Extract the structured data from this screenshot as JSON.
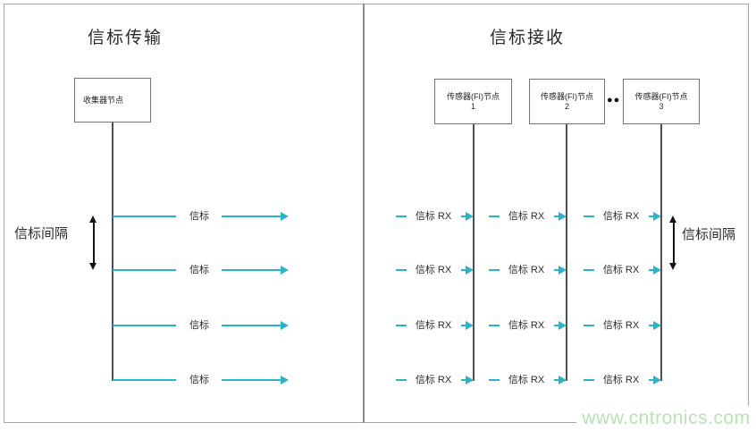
{
  "left_panel": {
    "title": "信标传输",
    "collector_node_label": "收集器节点",
    "interval_label": "信标间隔",
    "beacon_rows": [
      {
        "label": "信标"
      },
      {
        "label": "信标"
      },
      {
        "label": "信标"
      },
      {
        "label": "信标"
      }
    ]
  },
  "right_panel": {
    "title": "信标接收",
    "sensor_nodes": [
      {
        "name": "传感器(FI)节点",
        "number": "1"
      },
      {
        "name": "传感器(FI)节点",
        "number": "2"
      },
      {
        "name": "传感器(FI)节点",
        "number": "3"
      }
    ],
    "ellipsis": "●●",
    "interval_label": "信标间隔",
    "rx_rows": [
      [
        "信标 RX",
        "信标 RX",
        "信标 RX"
      ],
      [
        "信标 RX",
        "信标 RX",
        "信标 RX"
      ],
      [
        "信标 RX",
        "信标 RX",
        "信标 RX"
      ],
      [
        "信标 RX",
        "信标 RX",
        "信标 RX"
      ]
    ]
  },
  "watermark": "www.cntronics.com",
  "colors": {
    "beacon_accent": "#2bb3c9",
    "timeline_gray": "#4f4f4f",
    "interval_arrow_black": "#141414",
    "border_gray": "#a6a6a6",
    "watermark_green": "#b7e4b1"
  }
}
